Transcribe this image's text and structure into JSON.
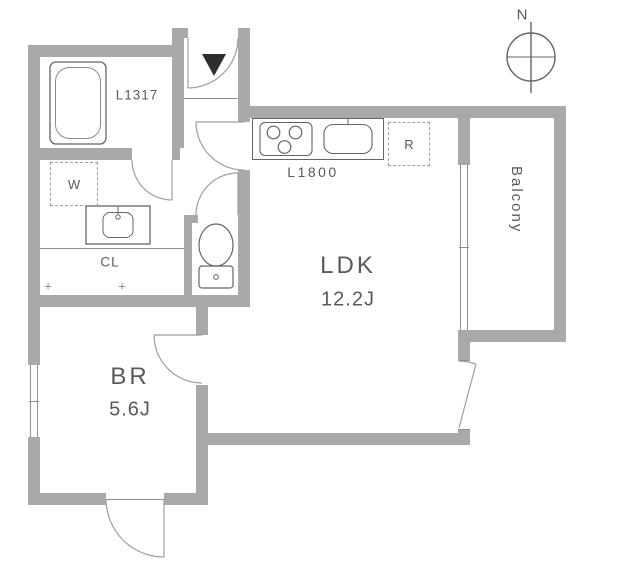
{
  "plan": {
    "compass": {
      "north": "N"
    },
    "rooms": {
      "ldk": {
        "name": "LDK",
        "size": "12.2J"
      },
      "br": {
        "name": "BR",
        "size": "5.6J"
      },
      "closet": {
        "label": "CL"
      },
      "balcony": {
        "label": "Balcony"
      }
    },
    "fixtures": {
      "bathtub": {
        "label": "L1317"
      },
      "washer": {
        "label": "W"
      },
      "kitchen_counter": {
        "label": "L1800"
      },
      "refrigerator": {
        "label": "R"
      }
    },
    "marks": {
      "module_cross": "+"
    },
    "colors": {
      "wall": "#a7a9ab",
      "fixture_line": "#60656a",
      "door_arc": "#9aa0a5",
      "text": "#565b5f",
      "entrance_marker": "#2e2e2e",
      "background": "#ffffff"
    }
  }
}
